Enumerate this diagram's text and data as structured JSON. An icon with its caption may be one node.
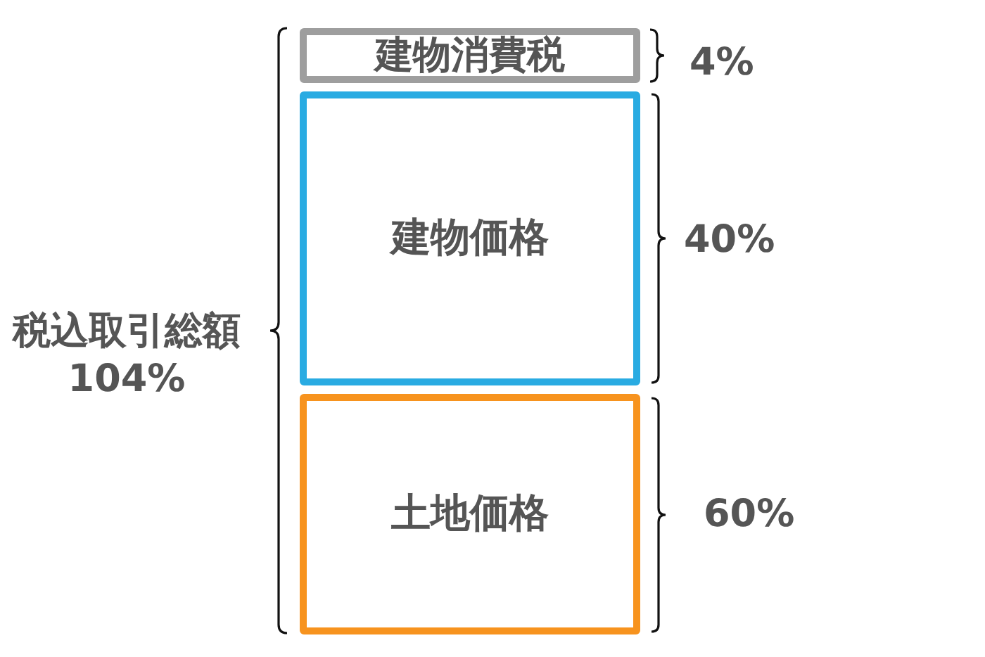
{
  "diagram": {
    "nodes": [
      {
        "text": [
          "建物消費税"
        ],
        "beside": [
          "4%"
        ]
      },
      {
        "text": [
          "建物価格"
        ],
        "beside": [
          "40%"
        ]
      },
      {
        "text": [
          "土地価格"
        ],
        "beside": [
          "60%"
        ]
      }
    ],
    "labels": [
      "税込取引総額",
      "104%"
    ]
  }
}
